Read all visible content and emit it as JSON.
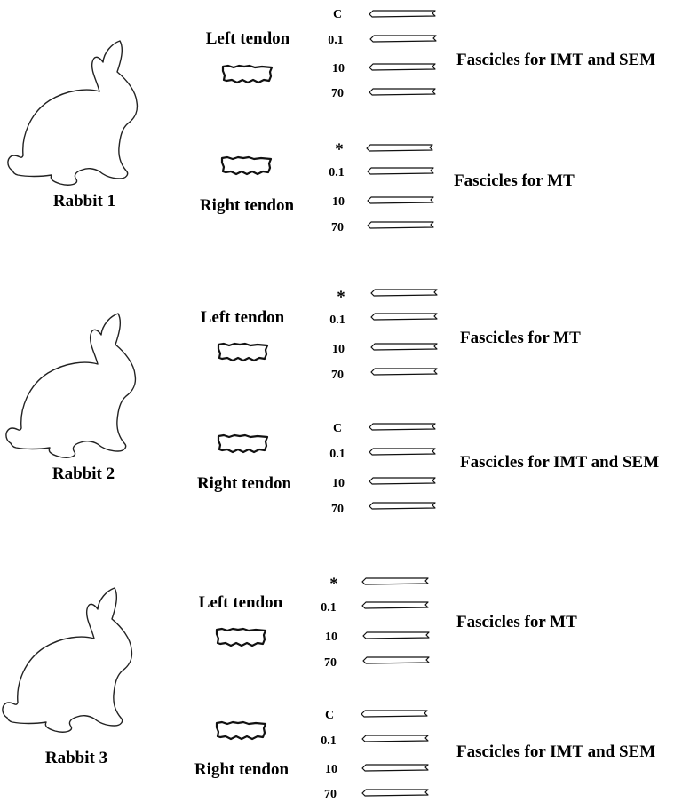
{
  "figure": {
    "rabbits": [
      {
        "name": "Rabbit 1",
        "tendons": [
          {
            "label": "Left tendon",
            "fascicle_labels": [
              "C",
              "0.1",
              "10",
              "70"
            ],
            "fascicle_use": "Fascicles for IMT and SEM"
          },
          {
            "label": "Right tendon",
            "fascicle_labels": [
              "*",
              "0.1",
              "10",
              "70"
            ],
            "fascicle_use": "Fascicles for MT"
          }
        ]
      },
      {
        "name": "Rabbit 2",
        "tendons": [
          {
            "label": "Left tendon",
            "fascicle_labels": [
              "*",
              "0.1",
              "10",
              "70"
            ],
            "fascicle_use": "Fascicles for MT"
          },
          {
            "label": "Right tendon",
            "fascicle_labels": [
              "C",
              "0.1",
              "10",
              "70"
            ],
            "fascicle_use": "Fascicles for IMT and SEM"
          }
        ]
      },
      {
        "name": "Rabbit 3",
        "tendons": [
          {
            "label": "Left tendon",
            "fascicle_labels": [
              "*",
              "0.1",
              "10",
              "70"
            ],
            "fascicle_use": "Fascicles for MT"
          },
          {
            "label": "Right tendon",
            "fascicle_labels": [
              "C",
              "0.1",
              "10",
              "70"
            ],
            "fascicle_use": "Fascicles for IMT and SEM"
          }
        ]
      }
    ]
  }
}
